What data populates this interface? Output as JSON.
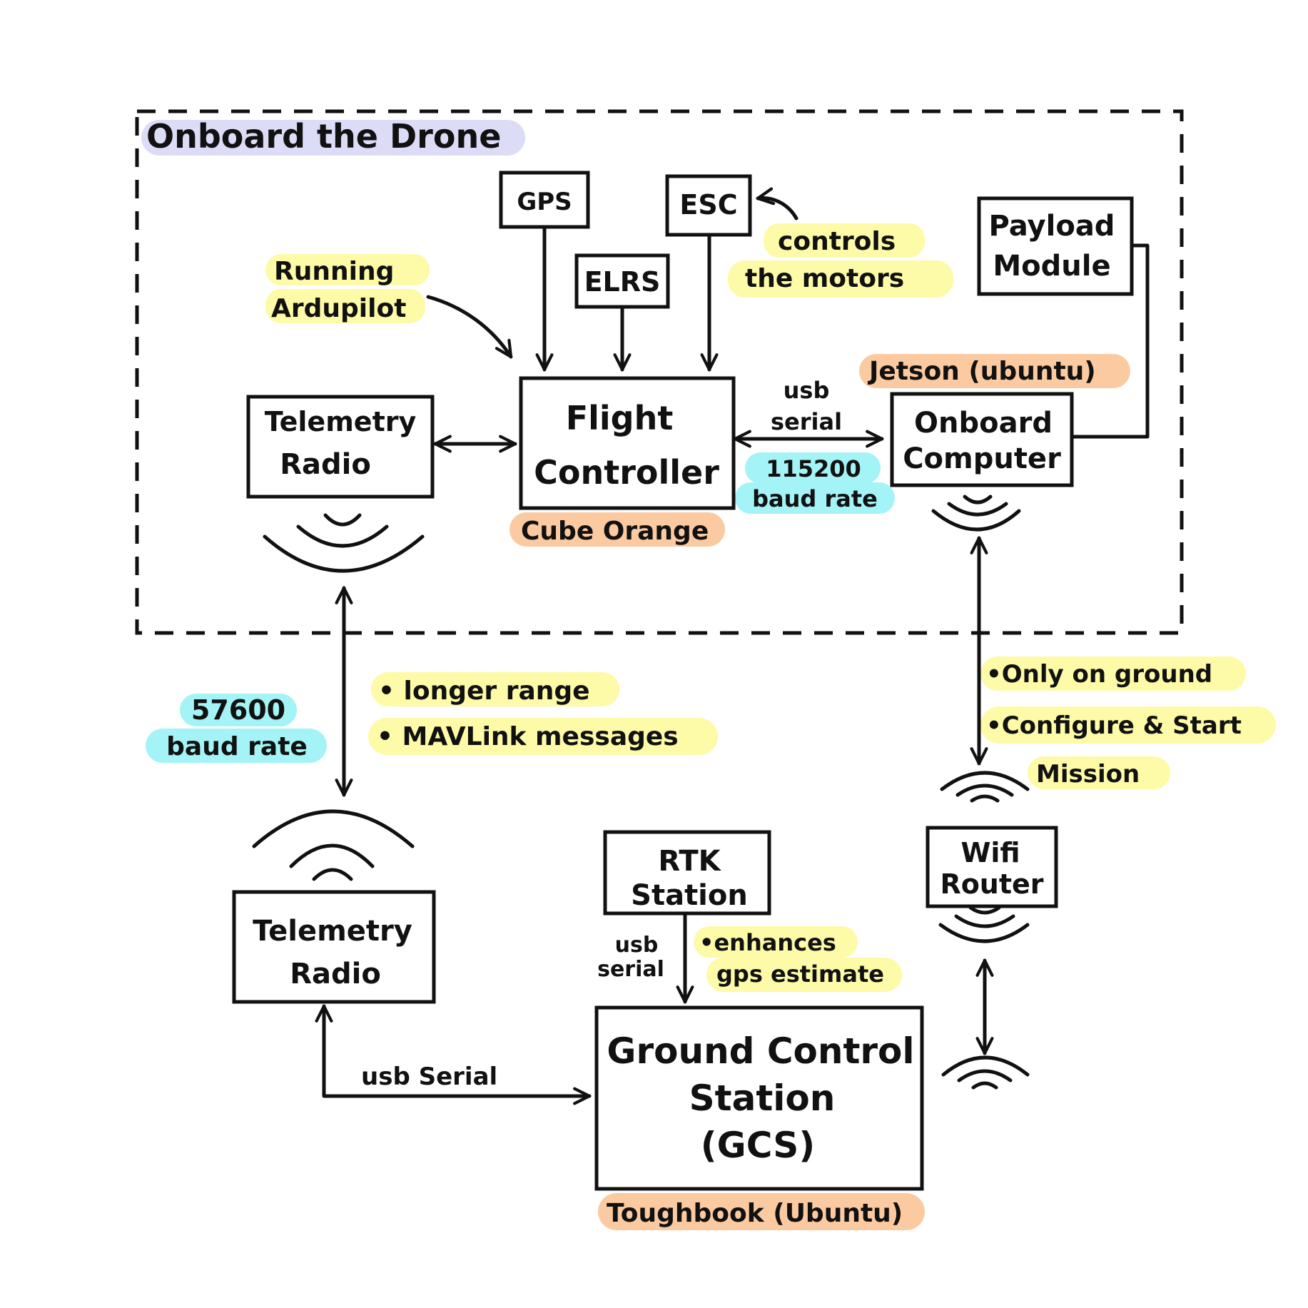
{
  "group": {
    "label": "Onboard the Drone",
    "fill": "#dcdcf7"
  },
  "colors": {
    "note_yellow": "#fdfba8",
    "hardware_orange": "#fccaa0",
    "baud_cyan": "#a4f3f6",
    "ink": "#111111"
  },
  "boxes": {
    "gps": "GPS",
    "esc": "ESC",
    "elrs": "ELRS",
    "payload_module": [
      "Payload",
      "Module"
    ],
    "telemetry_radio_air": [
      "Telemetry",
      "Radio"
    ],
    "flight_controller": [
      "Flight",
      "Controller"
    ],
    "onboard_computer": [
      "Onboard",
      "Computer"
    ],
    "telemetry_radio_ground": [
      "Telemetry",
      "Radio"
    ],
    "rtk_station": [
      "RTK",
      "Station"
    ],
    "wifi_router": [
      "Wifi",
      "Router"
    ],
    "gcs": [
      "Ground Control",
      "Station",
      "(GCS)"
    ]
  },
  "notes": {
    "running_ardupilot": [
      "Running",
      "Ardupilot"
    ],
    "controls_motors": [
      "controls",
      "the motors"
    ],
    "jetson": "Jetson (ubuntu)",
    "cube_orange": "Cube Orange",
    "fc_link": [
      "usb",
      "serial"
    ],
    "fc_baud": [
      "115200",
      "baud rate"
    ],
    "telemetry_baud": [
      "57600",
      "baud rate"
    ],
    "telemetry_notes": [
      "• longer range",
      "• MAVLink messages"
    ],
    "wifi_notes": [
      "•Only on ground",
      "•Configure & Start",
      "Mission"
    ],
    "rtk_link": [
      "usb",
      "serial"
    ],
    "rtk_notes": [
      "•enhances",
      "gps estimate"
    ],
    "gcs_link": "usb Serial",
    "toughbook": "Toughbook (Ubuntu)"
  },
  "icons": {
    "wireless": "wifi-signal-icon"
  }
}
